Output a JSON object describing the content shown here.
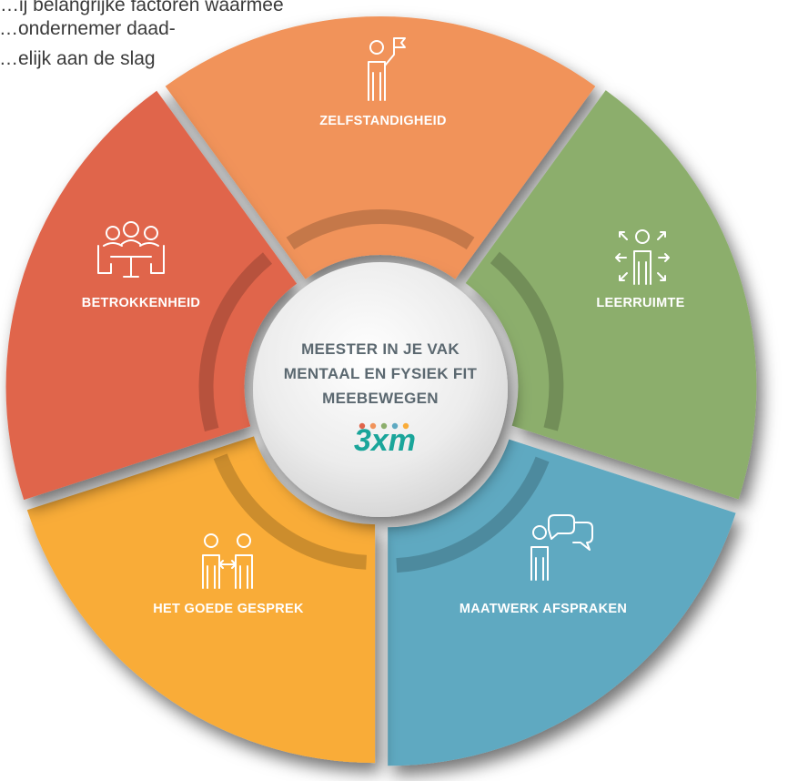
{
  "intro": {
    "lines": [
      "…ij belangrijke factoren waarmee",
      "…ondernemer daad-",
      "…elijk aan de slag"
    ]
  },
  "segments": {
    "zelfstandigheid": {
      "label": "ZELFSTANDIGHEID",
      "color": "#f1935a",
      "icon": "person-with-flag-icon"
    },
    "leerruimte": {
      "label": "LEERRUIMTE",
      "color": "#8cae6c",
      "icon": "person-with-arrows-icon"
    },
    "maatwerk": {
      "label": "MAATWERK AFSPRAKEN",
      "color": "#5ea9c1",
      "icon": "person-with-speech-bubbles-icon"
    },
    "gesprek": {
      "label": "HET GOEDE GESPREK",
      "color": "#f9ac39",
      "icon": "two-people-talking-icon"
    },
    "betrokkenheid": {
      "label": "BETROKKENHEID",
      "color": "#e0654b",
      "icon": "group-meeting-icon"
    }
  },
  "center": {
    "lines": [
      "MEESTER IN JE VAK",
      "MENTAAL EN FYSIEK FIT",
      "MEEBEWEGEN"
    ],
    "logo_text": "3xm",
    "dot_colors": [
      "#e0654b",
      "#f1935a",
      "#8cae6c",
      "#5ea9c1",
      "#f9ac39"
    ],
    "logo_color": "#1aa59a"
  }
}
